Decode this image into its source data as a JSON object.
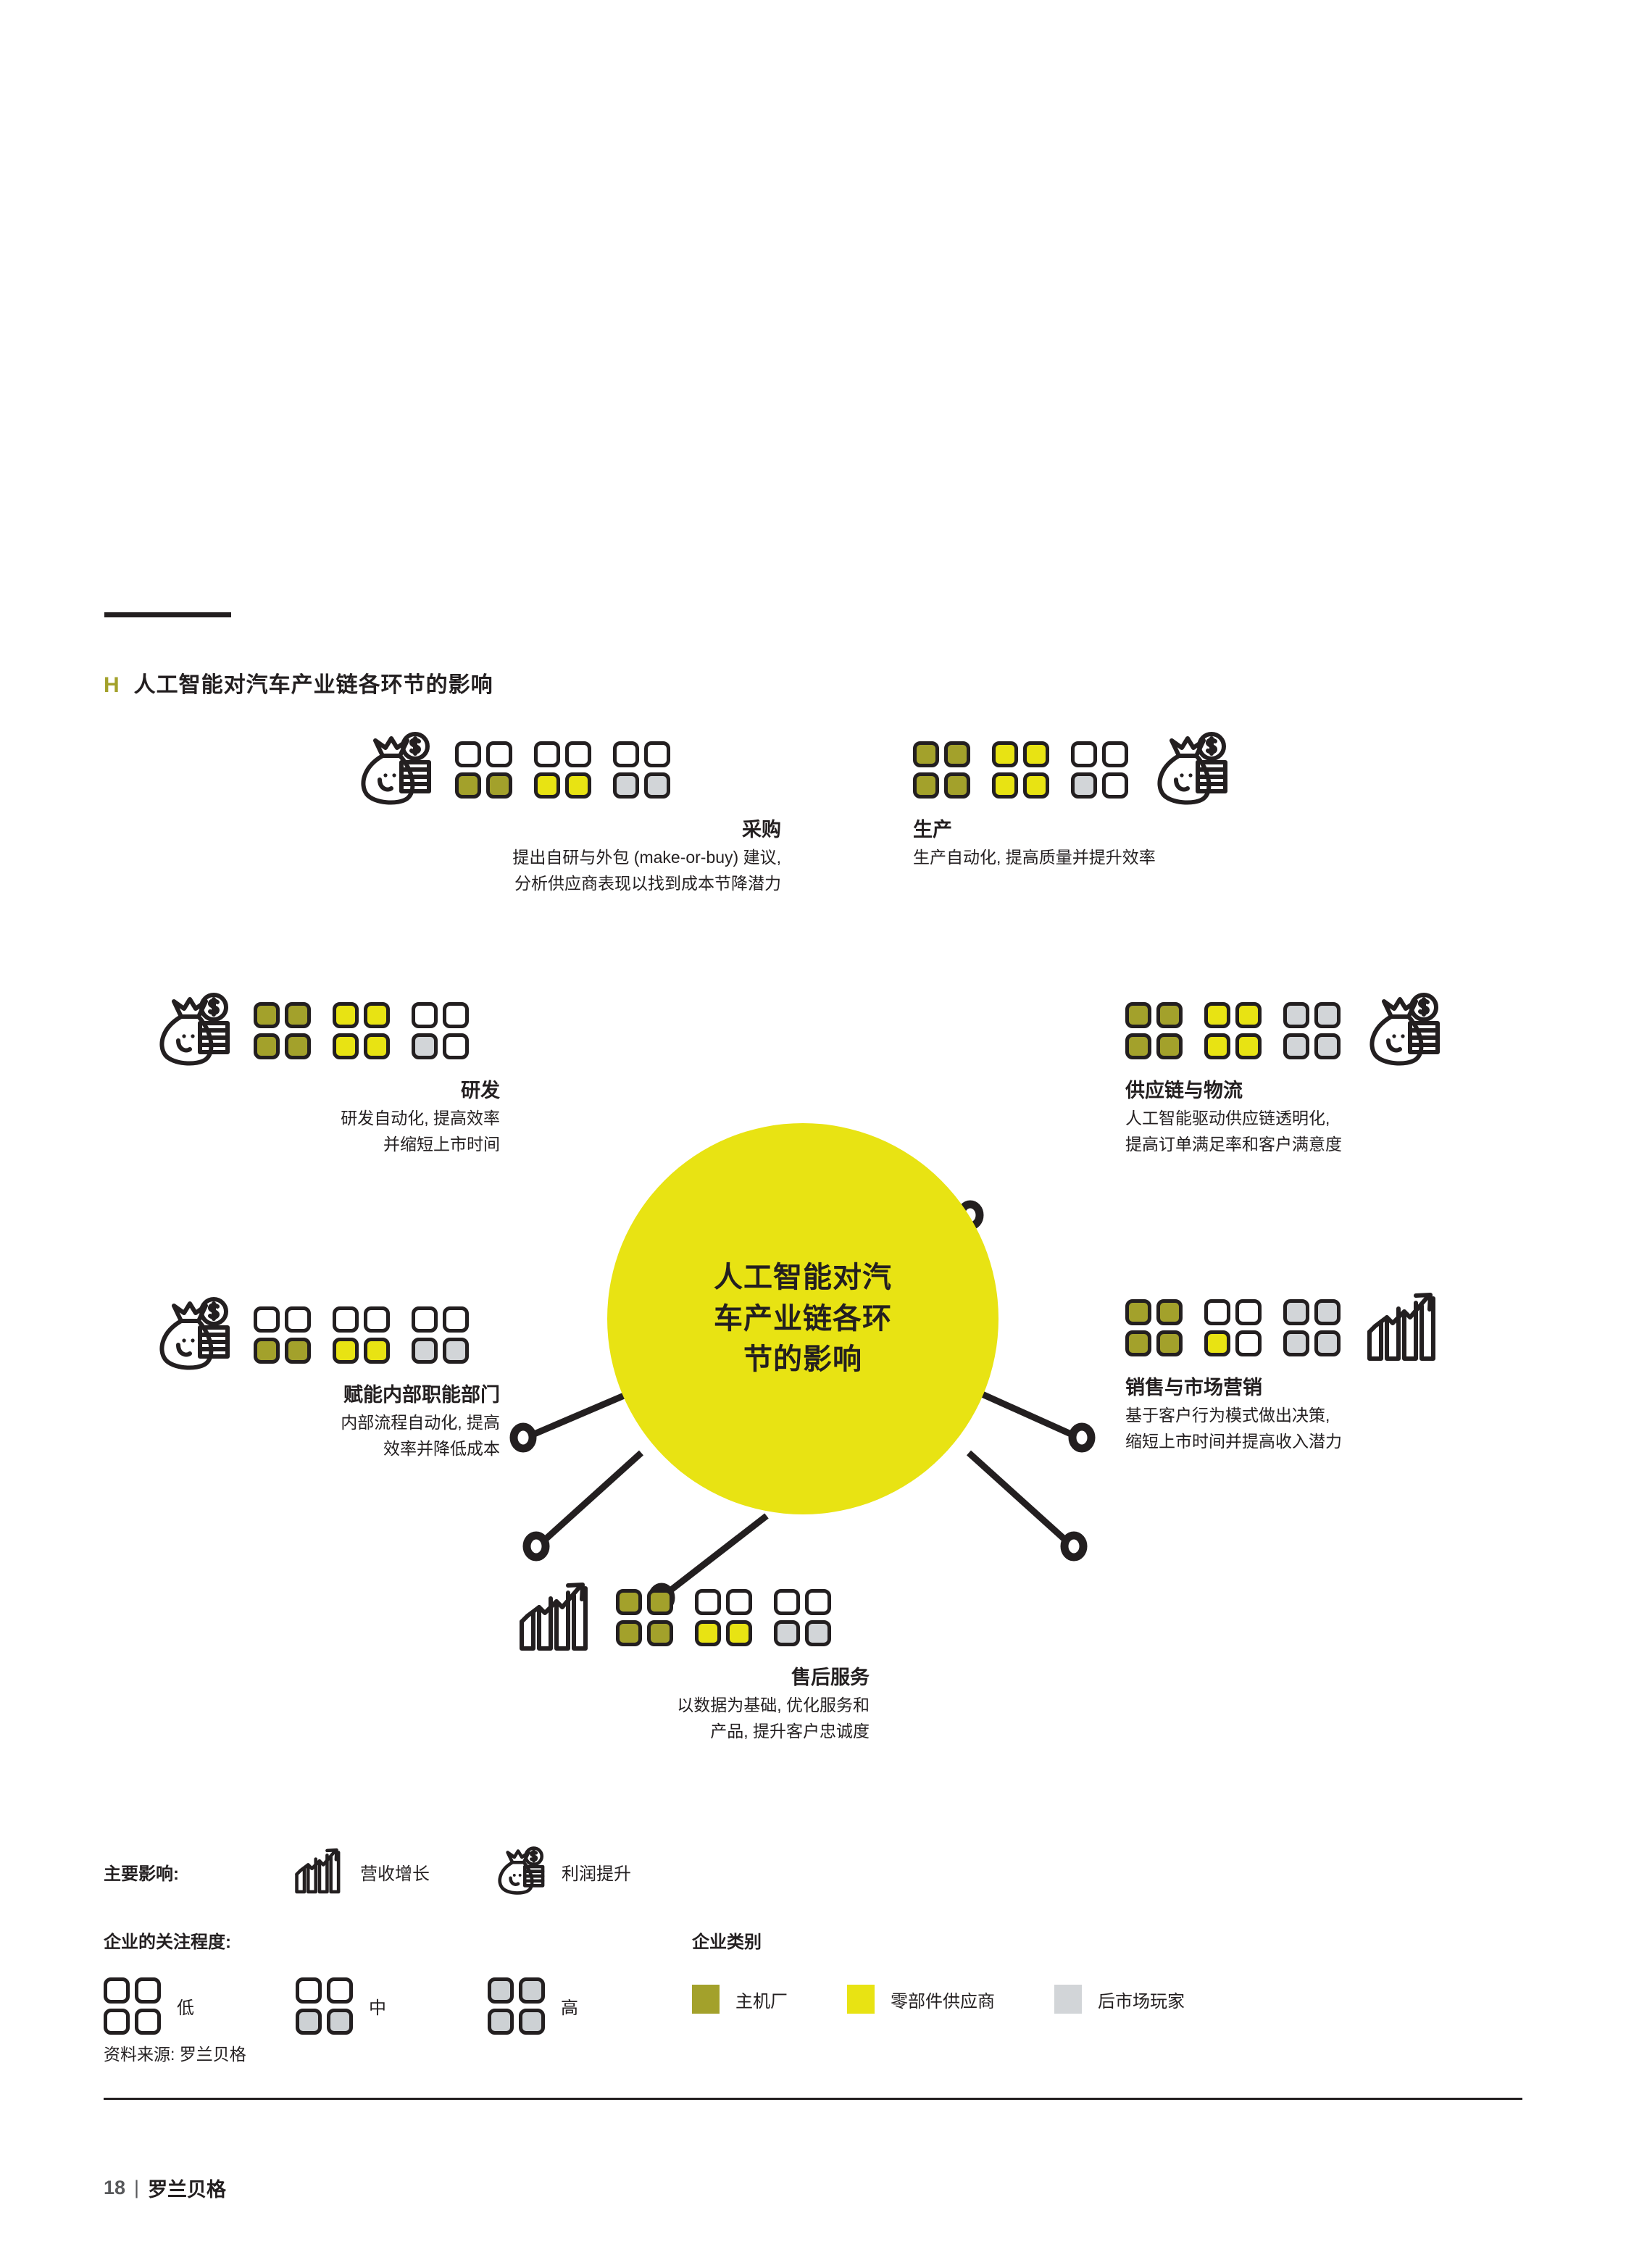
{
  "header": {
    "marker": "H",
    "title": "人工智能对汽车产业链各环节的影响"
  },
  "hub": {
    "line1": "人工智能对汽",
    "line2": "车产业链各环",
    "line3": "节的影响"
  },
  "colors": {
    "olive": "#A3A12B",
    "yellow": "#E8E313",
    "gray": "#D2D5D8",
    "ink": "#231f20"
  },
  "nodes": [
    {
      "key": "procurement",
      "name": "采购",
      "desc_line1": "提出自研与外包 (make-or-buy) 建议,",
      "desc_line2": "分析供应商表现以找到成本节降潜力",
      "impact_icon": "money-bag-icon",
      "levels": {
        "oem": "中",
        "supplier": "中",
        "aftermarket": "中"
      },
      "filled": {
        "oem": [
          0,
          0,
          1,
          1
        ],
        "supplier": [
          0,
          0,
          1,
          1
        ],
        "aftermarket": [
          0,
          0,
          1,
          1
        ]
      }
    },
    {
      "key": "production",
      "name": "生产",
      "desc_line1": "生产自动化, 提高质量并提升效率",
      "desc_line2": "",
      "impact_icon": "money-bag-icon",
      "levels": {
        "oem": "高",
        "supplier": "高",
        "aftermarket": "低"
      },
      "filled": {
        "oem": [
          1,
          1,
          1,
          1
        ],
        "supplier": [
          1,
          1,
          1,
          1
        ],
        "aftermarket": [
          0,
          0,
          1,
          0
        ]
      }
    },
    {
      "key": "rnd",
      "name": "研发",
      "desc_line1": "研发自动化, 提高效率",
      "desc_line2": "并缩短上市时间",
      "impact_icon": "money-bag-icon",
      "levels": {
        "oem": "高",
        "supplier": "高",
        "aftermarket": "低"
      },
      "filled": {
        "oem": [
          1,
          1,
          1,
          1
        ],
        "supplier": [
          1,
          1,
          1,
          1
        ],
        "aftermarket": [
          0,
          0,
          1,
          0
        ]
      }
    },
    {
      "key": "supply-chain",
      "name": "供应链与物流",
      "desc_line1": "人工智能驱动供应链透明化,",
      "desc_line2": "提高订单满足率和客户满意度",
      "impact_icon": "money-bag-icon",
      "levels": {
        "oem": "高",
        "supplier": "高",
        "aftermarket": "高"
      },
      "filled": {
        "oem": [
          1,
          1,
          1,
          1
        ],
        "supplier": [
          1,
          1,
          1,
          1
        ],
        "aftermarket": [
          1,
          1,
          1,
          1
        ]
      }
    },
    {
      "key": "internal-functions",
      "name": "赋能内部职能部门",
      "desc_line1": "内部流程自动化, 提高",
      "desc_line2": "效率并降低成本",
      "impact_icon": "money-bag-icon",
      "levels": {
        "oem": "中",
        "supplier": "中",
        "aftermarket": "中"
      },
      "filled": {
        "oem": [
          0,
          0,
          1,
          1
        ],
        "supplier": [
          0,
          0,
          1,
          1
        ],
        "aftermarket": [
          0,
          0,
          1,
          1
        ]
      }
    },
    {
      "key": "sales-marketing",
      "name": "销售与市场营销",
      "desc_line1": "基于客户行为模式做出决策,",
      "desc_line2": "缩短上市时间并提高收入潜力",
      "impact_icon": "growth-chart-icon",
      "levels": {
        "oem": "高",
        "supplier": "低",
        "aftermarket": "高"
      },
      "filled": {
        "oem": [
          1,
          1,
          1,
          1
        ],
        "supplier": [
          0,
          0,
          1,
          0
        ],
        "aftermarket": [
          1,
          1,
          1,
          1
        ]
      }
    },
    {
      "key": "after-sales",
      "name": "售后服务",
      "desc_line1": "以数据为基础, 优化服务和",
      "desc_line2": "产品, 提升客户忠诚度",
      "impact_icon": "growth-chart-icon",
      "levels": {
        "oem": "高",
        "supplier": "中",
        "aftermarket": "中"
      },
      "filled": {
        "oem": [
          1,
          1,
          1,
          1
        ],
        "supplier": [
          0,
          0,
          1,
          1
        ],
        "aftermarket": [
          0,
          0,
          1,
          1
        ]
      }
    }
  ],
  "legend": {
    "impact_label": "主要影响:",
    "impact_items": [
      {
        "icon": "growth-chart-icon",
        "label": "营收增长"
      },
      {
        "icon": "money-bag-icon",
        "label": "利润提升"
      }
    ],
    "attention_label": "企业的关注程度:",
    "attention_items": [
      {
        "label": "低",
        "filled": [
          0,
          0,
          0,
          0
        ]
      },
      {
        "label": "中",
        "filled": [
          0,
          0,
          1,
          1
        ]
      },
      {
        "label": "高",
        "filled": [
          1,
          1,
          1,
          1
        ]
      }
    ],
    "category_label": "企业类别",
    "category_items": [
      {
        "label": "主机厂",
        "color": "#A3A12B"
      },
      {
        "label": "零部件供应商",
        "color": "#E8E313"
      },
      {
        "label": "后市场玩家",
        "color": "#D2D5D8"
      }
    ]
  },
  "source": "资料来源: 罗兰贝格",
  "footer": {
    "page": "18",
    "sep": "|",
    "brand": "罗兰贝格"
  }
}
